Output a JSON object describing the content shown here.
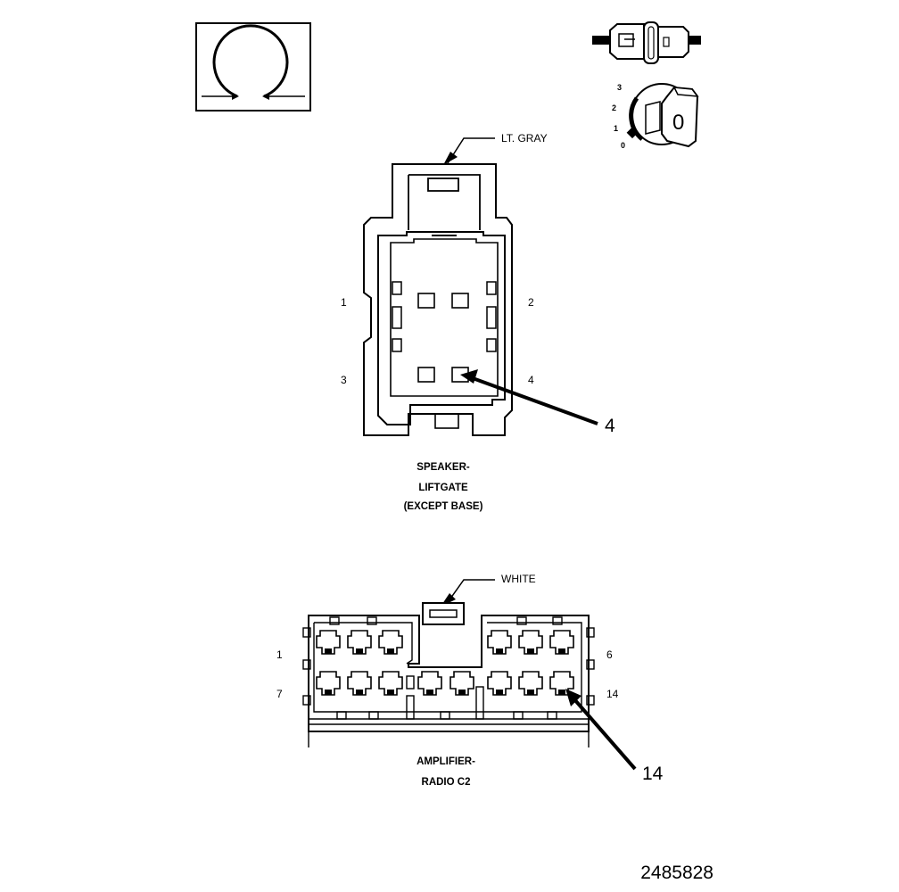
{
  "symbols": {
    "ohm_icon": "ohm-meter-icon",
    "connector_icon": "inline-connector-icon",
    "key_icon": "ignition-key-icon",
    "ignition_positions": [
      "3",
      "2",
      "1",
      "0"
    ],
    "key_label": "0"
  },
  "connector_top": {
    "color_label": "LT. GRAY",
    "pin_labels": {
      "p1": "1",
      "p2": "2",
      "p3": "3",
      "p4": "4"
    },
    "callout": "4",
    "caption": [
      "SPEAKER-",
      "LIFTGATE",
      "(EXCEPT BASE)"
    ]
  },
  "connector_bottom": {
    "color_label": "WHITE",
    "pin_labels": {
      "p1": "1",
      "p6": "6",
      "p7": "7",
      "p14": "14"
    },
    "callout": "14",
    "caption": [
      "AMPLIFIER-",
      "RADIO C2"
    ]
  },
  "figure_id": "2485828"
}
